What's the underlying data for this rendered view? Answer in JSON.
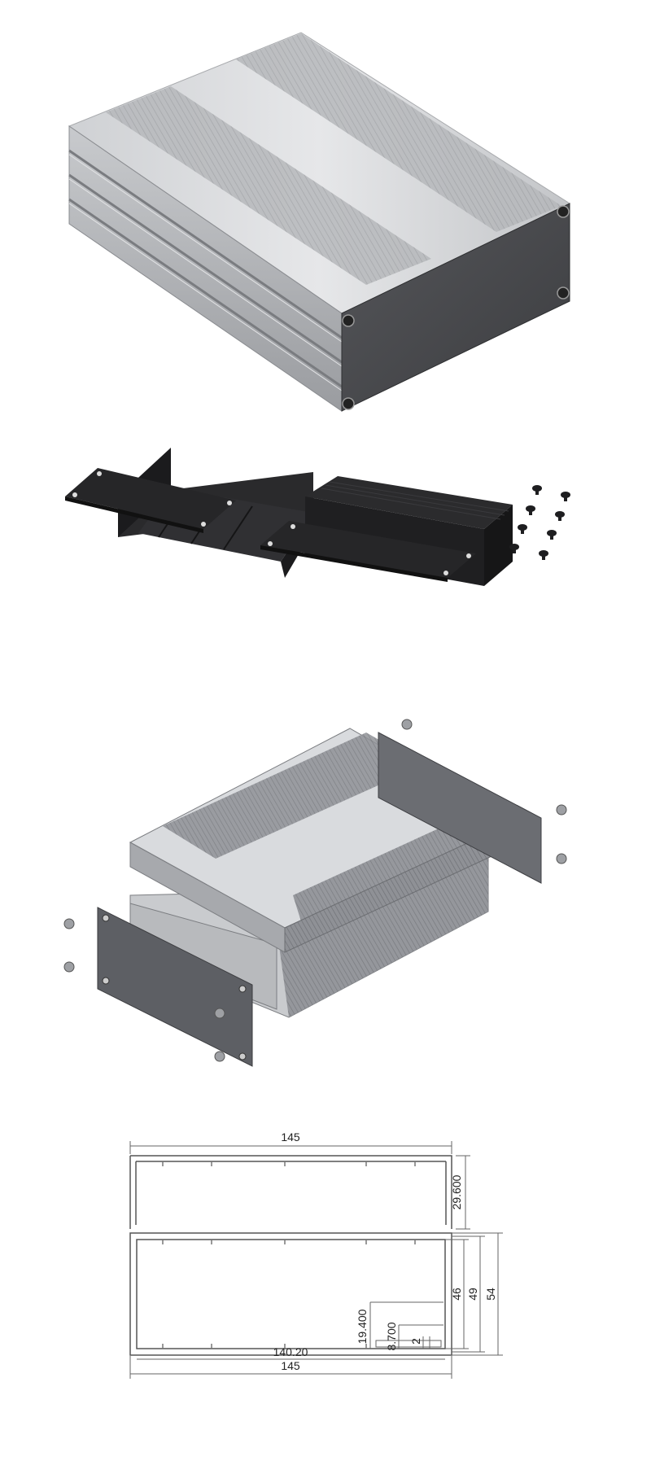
{
  "colors": {
    "aluminum_light": "#d7d8da",
    "aluminum_mid": "#b9bbbe",
    "aluminum_dark": "#8e9095",
    "end_plate": "#4a4b4f",
    "black_part": "#232325",
    "line": "#555555",
    "dimension_line": "#666666"
  },
  "drawing": {
    "top_profile": {
      "width_label": "145",
      "height_label": "29.600"
    },
    "bottom_profile": {
      "inner_width_label": "140.20",
      "outer_width_label": "145",
      "height_labels": [
        "46",
        "49",
        "54"
      ],
      "small_labels": [
        "19.400",
        "8.700",
        "2"
      ]
    }
  }
}
